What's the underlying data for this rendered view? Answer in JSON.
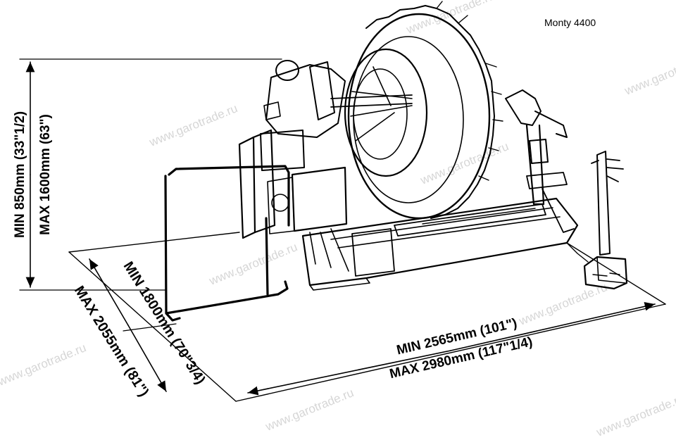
{
  "model_label": "Monty 4400",
  "watermark": "www.garotrade.ru",
  "dimensions": {
    "height": {
      "min": "MIN 850mm (33\"1/2)",
      "max": "MAX 1600mm (63\")"
    },
    "depth": {
      "min": "MIN 1800mm (70\"3/4)",
      "max": "MAX 2055mm (81\")"
    },
    "length": {
      "min": "MIN 2565mm (101\")",
      "max": "MAX 2980mm (117\"1/4)"
    }
  },
  "colors": {
    "line": "#000000",
    "background": "#ffffff",
    "watermark": "#d6d6d6"
  }
}
